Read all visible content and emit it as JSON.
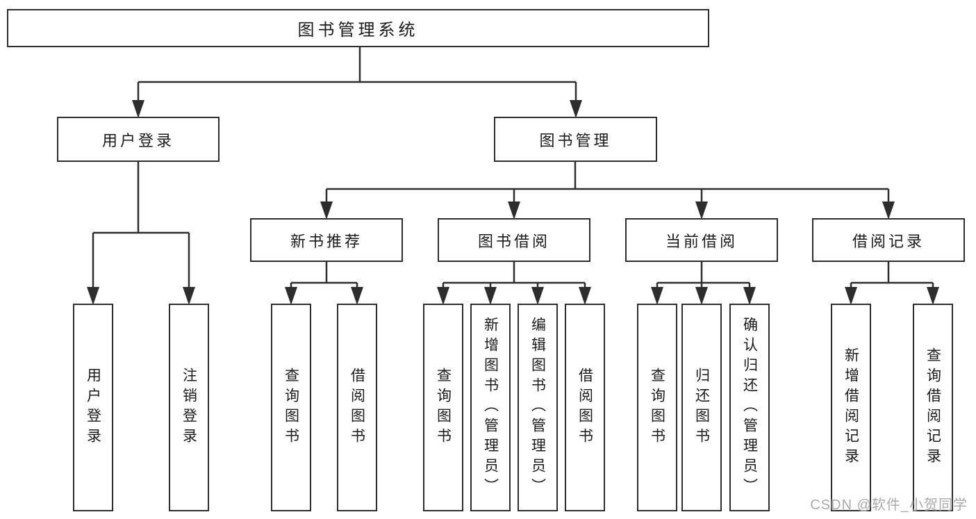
{
  "tree": {
    "root": {
      "label": "图书管理系统",
      "children": [
        {
          "label": "用户登录",
          "children": [
            {
              "label": "用户登录"
            },
            {
              "label": "注销登录"
            }
          ]
        },
        {
          "label": "图书管理",
          "children": [
            {
              "label": "新书推荐",
              "children": [
                {
                  "label": "查询图书"
                },
                {
                  "label": "借阅图书"
                }
              ]
            },
            {
              "label": "图书借阅",
              "children": [
                {
                  "label": "查询图书"
                },
                {
                  "label": "新增图书（管理员）"
                },
                {
                  "label": "编辑图书（管理员）"
                },
                {
                  "label": "借阅图书"
                }
              ]
            },
            {
              "label": "当前借阅",
              "children": [
                {
                  "label": "查询图书"
                },
                {
                  "label": "归还图书"
                },
                {
                  "label": "确认归还（管理员）"
                }
              ]
            },
            {
              "label": "借阅记录",
              "children": [
                {
                  "label": "新增借阅记录"
                },
                {
                  "label": "查询借阅记录"
                }
              ]
            }
          ]
        }
      ]
    }
  },
  "watermark": {
    "text": "CSDN @软件_小贺同学"
  },
  "colors": {
    "line": "#2d2d2d",
    "box_border": "#2d2d2d",
    "box_fill": "#ffffff",
    "text": "#1a1a1a",
    "watermark": "#a9a9a9",
    "background": "#ffffff"
  }
}
